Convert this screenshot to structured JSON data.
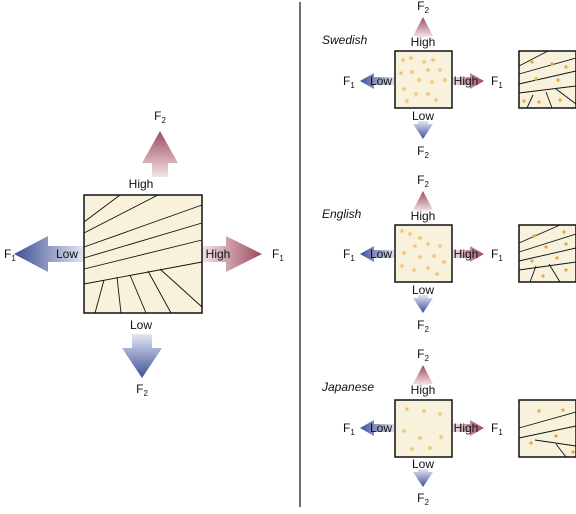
{
  "left_panel": {
    "up_arrow": {
      "formant": "F",
      "subscript": "2",
      "level": "High"
    },
    "down_arrow": {
      "formant": "F",
      "subscript": "2",
      "level": "Low"
    },
    "left_arrow": {
      "formant": "F",
      "subscript": "1",
      "level": "Low"
    },
    "right_arrow": {
      "formant": "F",
      "subscript": "1",
      "level": "High"
    }
  },
  "right_panel": {
    "languages": [
      {
        "name": "Swedish",
        "f2_high": {
          "formant": "F",
          "subscript": "2",
          "level": "High"
        },
        "f2_low": {
          "formant": "F",
          "subscript": "2",
          "level": "Low"
        },
        "f1_low": {
          "formant": "F",
          "subscript": "1",
          "level": "Low"
        },
        "f1_high": {
          "formant": "F",
          "subscript": "1",
          "level": "High"
        }
      },
      {
        "name": "English",
        "f2_high": {
          "formant": "F",
          "subscript": "2",
          "level": "High"
        },
        "f2_low": {
          "formant": "F",
          "subscript": "2",
          "level": "Low"
        },
        "f1_low": {
          "formant": "F",
          "subscript": "1",
          "level": "Low"
        },
        "f1_high": {
          "formant": "F",
          "subscript": "1",
          "level": "High"
        }
      },
      {
        "name": "Japanese",
        "f2_high": {
          "formant": "F",
          "subscript": "2",
          "level": "High"
        },
        "f2_low": {
          "formant": "F",
          "subscript": "2",
          "level": "Low"
        },
        "f1_low": {
          "formant": "F",
          "subscript": "1",
          "level": "Low"
        },
        "f1_high": {
          "formant": "F",
          "subscript": "1",
          "level": "High"
        }
      }
    ]
  },
  "colors": {
    "box_fill": "#f8f1dc",
    "high_arrow": "#9c4a5e",
    "low_arrow": "#3e4f95",
    "dot_fill": "#e8a640",
    "line": "#111111"
  }
}
